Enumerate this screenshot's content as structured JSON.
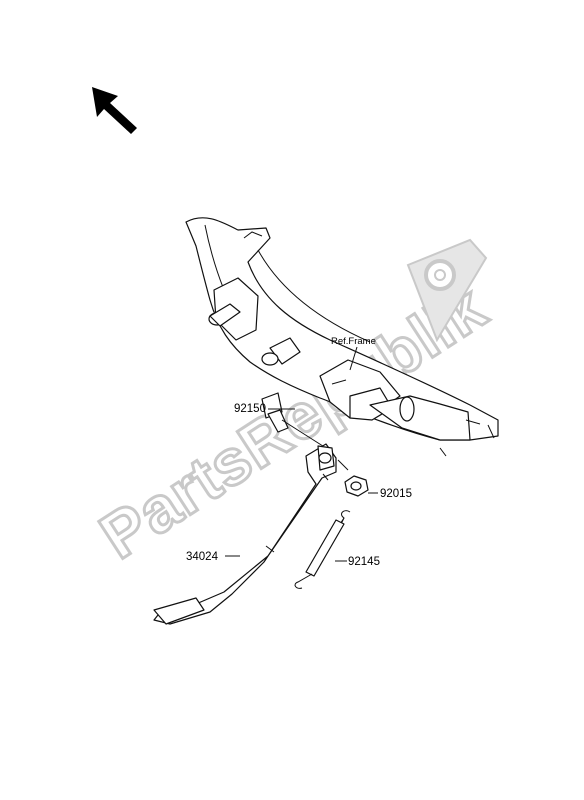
{
  "watermark": {
    "text": "PartsRepublik",
    "icon": "gear-icon"
  },
  "direction_arrow": {
    "icon": "arrow-up-left-icon"
  },
  "ref_frame_label": "Ref.Frame",
  "parts": [
    {
      "id": "p1",
      "number": "92150"
    },
    {
      "id": "p2",
      "number": "92015"
    },
    {
      "id": "p3",
      "number": "34024"
    },
    {
      "id": "p4",
      "number": "92145"
    }
  ],
  "colors": {
    "line": "#111111",
    "watermark": "#c9c9c9",
    "background": "#ffffff"
  }
}
